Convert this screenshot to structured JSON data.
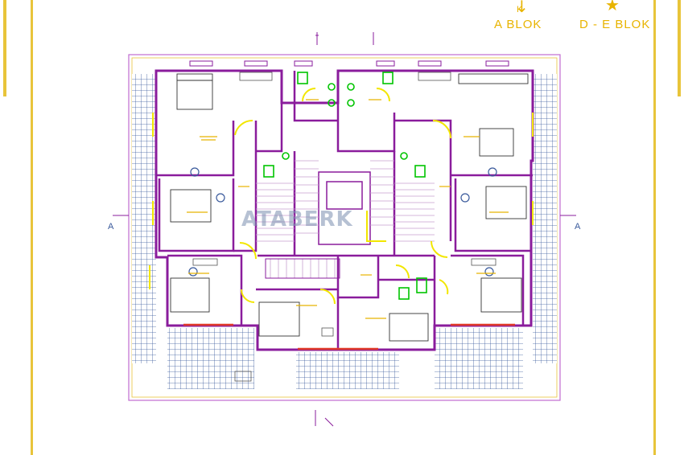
{
  "legend": {
    "a_blok_label": "A  BLOK",
    "a_blok_mark": "K",
    "de_blok_label": "D - E  BLOK",
    "a_blok_icon": "compass-mark-icon",
    "de_blok_icon": "star-mark-icon"
  },
  "section_marks": {
    "left": "A",
    "right": "A"
  },
  "watermark": "ATABERK",
  "colors": {
    "frame": "#e8c43a",
    "walls": "#8a1c9c",
    "fixtures": "#00c400",
    "doors": "#f2e600",
    "balcony_grid": "#3a5a9c",
    "windows": "#e03a2a"
  }
}
